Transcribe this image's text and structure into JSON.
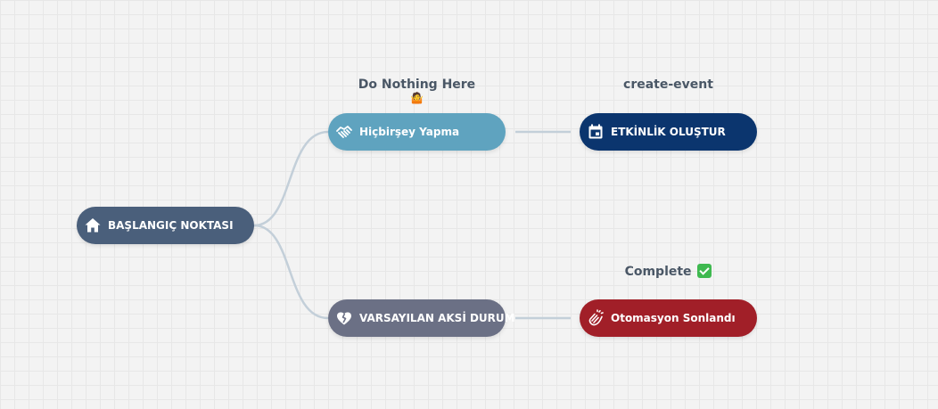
{
  "diagram": {
    "start": {
      "label": "BAŞLANGIÇ NOKTASI",
      "icon": "home-icon",
      "color": "#4a5f7b"
    },
    "nothing": {
      "label": "Hiçbirşey Yapma",
      "icon": "handshake-icon",
      "color": "#5fa3bf",
      "caption": "Do Nothing Here",
      "caption_emoji": "🤷"
    },
    "event": {
      "label": "ETKİNLİK OLUŞTUR",
      "icon": "calendar-icon",
      "color": "#0b356e",
      "caption": "create-event"
    },
    "default": {
      "label": "VARSAYILAN AKSİ DURUM",
      "icon": "broken-heart-icon",
      "color": "#6b7085"
    },
    "end": {
      "label": "Otomasyon Sonlandı",
      "icon": "clapping-hands-icon",
      "color": "#a11f28",
      "caption": "Complete"
    }
  },
  "colors": {
    "connector": "#c3cfd9",
    "caption_text": "#4a5766",
    "background": "#f3f3f3"
  }
}
